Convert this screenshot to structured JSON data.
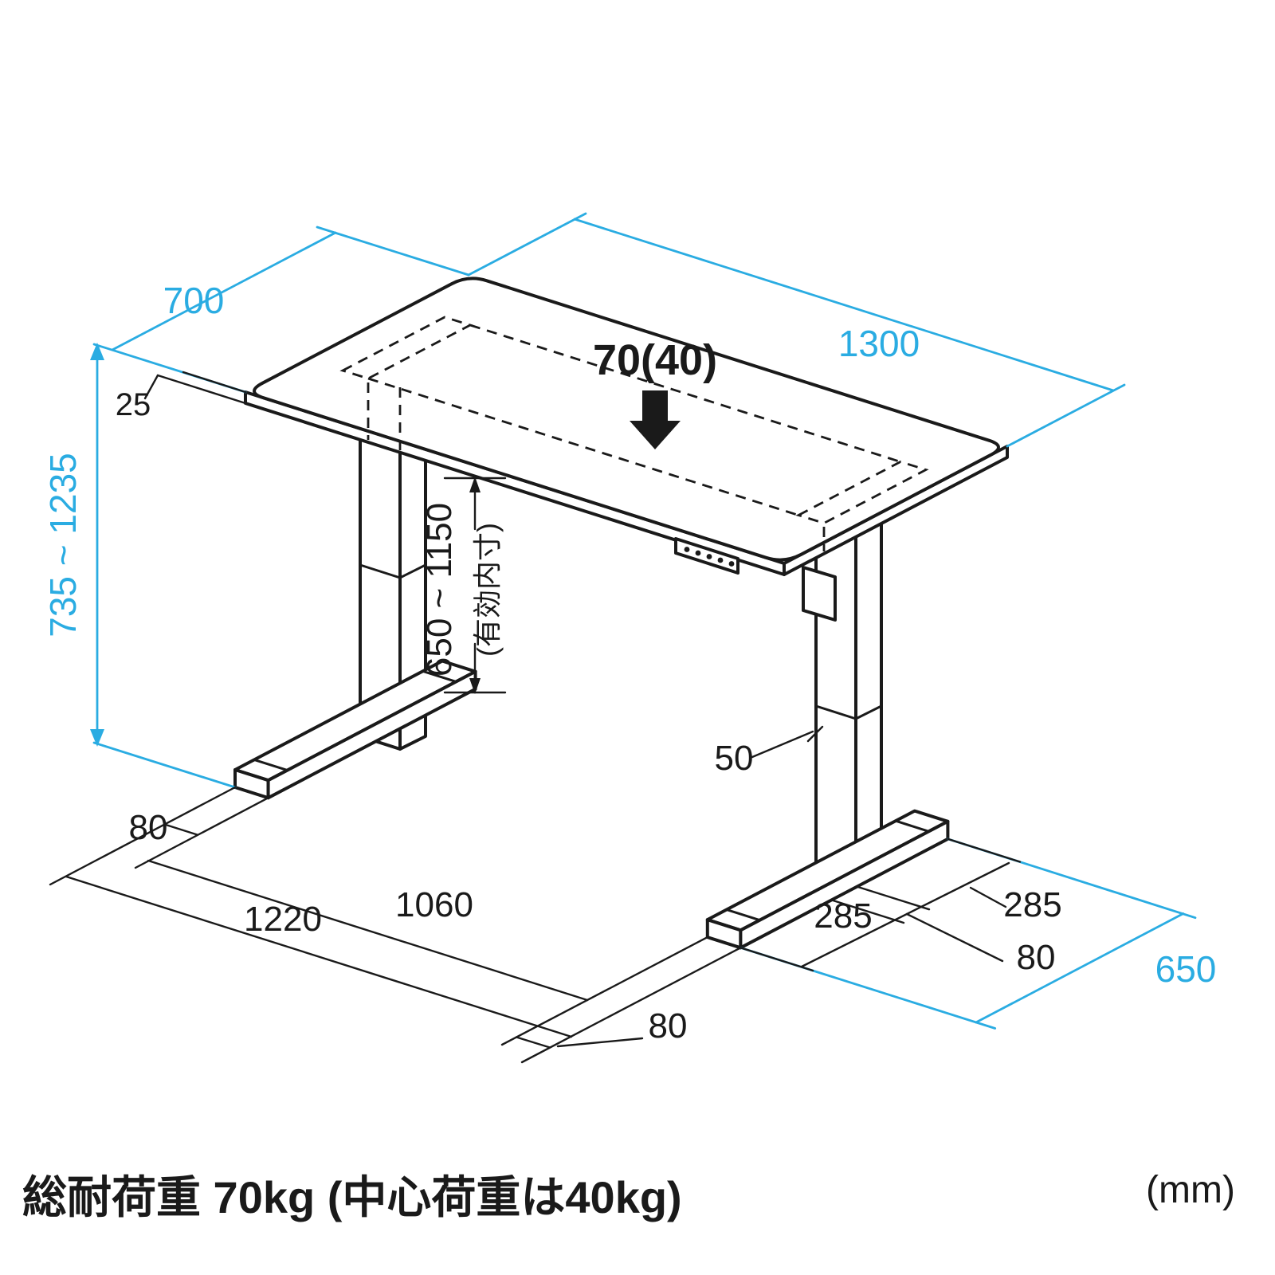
{
  "diagram": {
    "dimensions": {
      "depth": "700",
      "width": "1300",
      "top_thickness": "25",
      "overall_height": "735 ~ 1235",
      "clearance_height": "650 ~ 1150",
      "clearance_note": "(有効内寸)",
      "load_capacity": "70(40)",
      "column_width": "50",
      "left_foot_width": "80",
      "feet_inner_span": "1060",
      "feet_outer_span": "1220",
      "right_foot_width": "80",
      "foot_front_segment": "285",
      "foot_rear_segment": "285",
      "foot_column_segment": "80",
      "foot_length": "650"
    },
    "footer": {
      "load_note": "総耐荷重 70kg (中心荷重は40kg)",
      "unit": "(mm)"
    },
    "colors": {
      "accent": "#2AACE2",
      "line": "#1A1A1A"
    }
  }
}
